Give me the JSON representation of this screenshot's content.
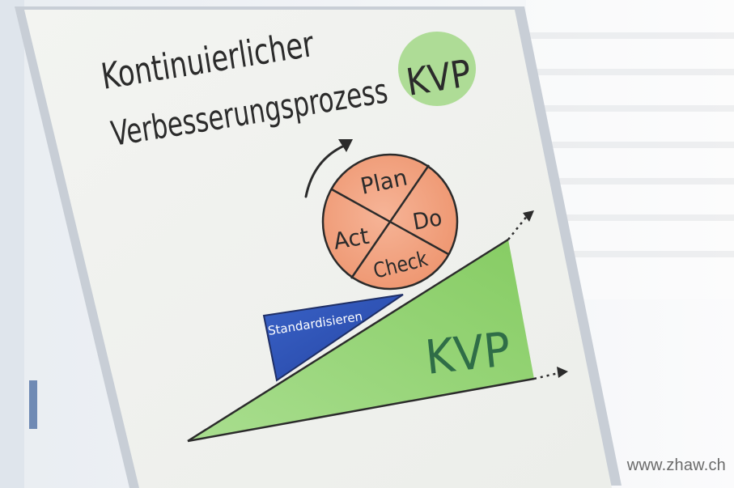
{
  "flipchart": {
    "title_line1": "Kontinuierlicher",
    "title_line2": "Verbesserungsprozess",
    "title_badge": "KVP",
    "cycle": {
      "plan": "Plan",
      "do": "Do",
      "check": "Check",
      "act": "Act"
    },
    "wedge_label": "Standardisieren",
    "ramp_label": "KVP"
  },
  "watermark": "www.zhaw.ch",
  "colors": {
    "paper": "#f4f5f2",
    "frame": "#c9ced6",
    "cycle_fill": "#f2a582",
    "ramp_fill": "#8fd06d",
    "wedge_fill": "#2f55b8",
    "badge_fill": "#a6d98c",
    "ink": "#2b2b2b"
  }
}
